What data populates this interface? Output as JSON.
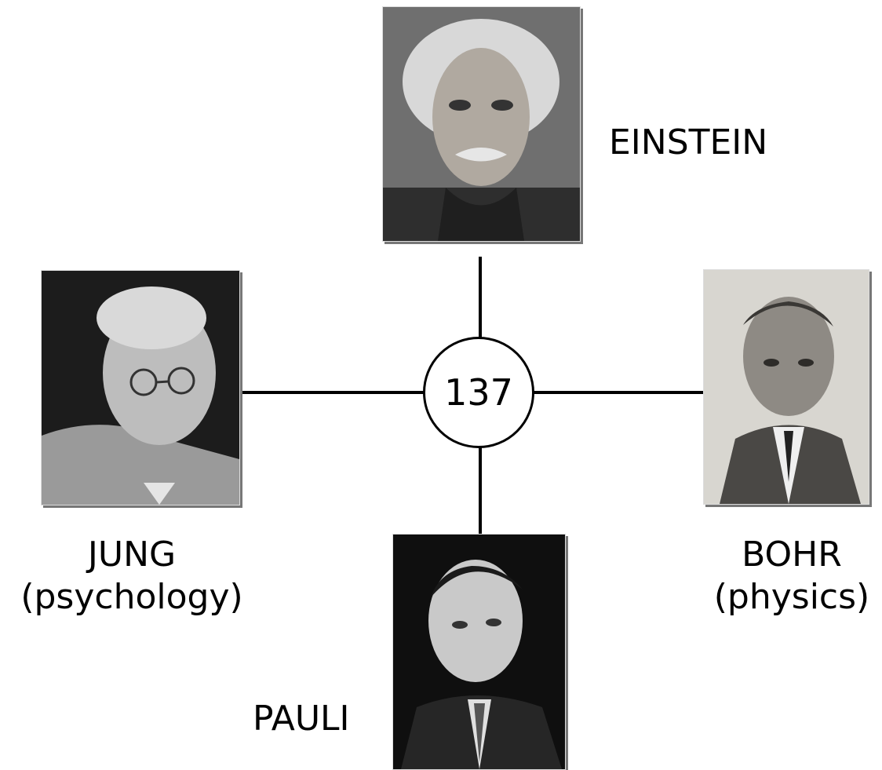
{
  "center": {
    "value": "137"
  },
  "people": {
    "einstein": {
      "name": "EINSTEIN"
    },
    "jung": {
      "name": "JUNG",
      "field": "(psychology)"
    },
    "bohr": {
      "name": "BOHR",
      "field": "(physics)"
    },
    "pauli": {
      "name": "PAULI"
    }
  },
  "colors": {
    "line": "#000000",
    "background": "#ffffff",
    "photo_shadow": "#777777"
  }
}
